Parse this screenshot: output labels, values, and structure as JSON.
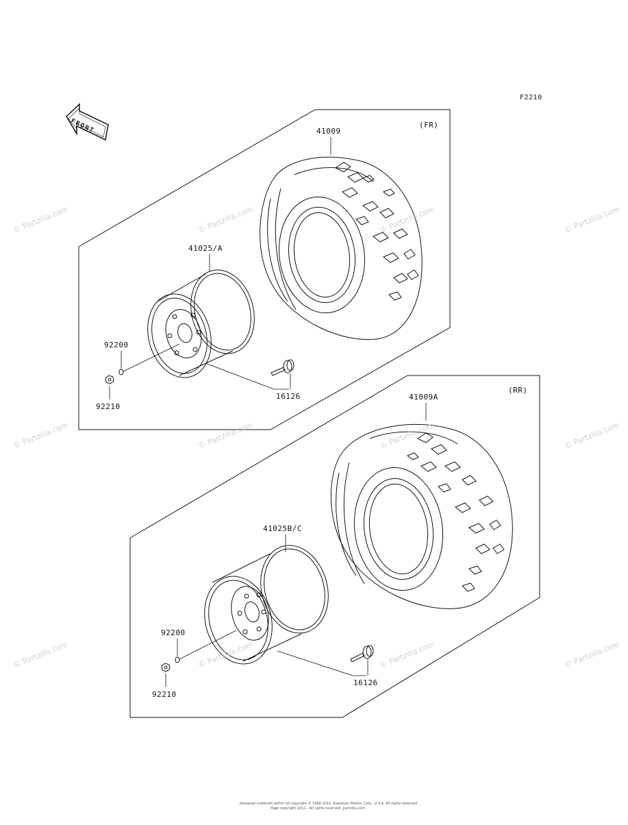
{
  "figure_code": "F2210",
  "front_arrow_label": "FRONT",
  "watermark": "© Partzilla.com",
  "front_group": {
    "tag": "(FR)",
    "tire": "41009",
    "wheel": "41025/A",
    "washer": "92200",
    "nut": "92210",
    "valve": "16126"
  },
  "rear_group": {
    "tag": "(RR)",
    "tire": "41009A",
    "wheel": "41025B/C",
    "washer": "92200",
    "nut": "92210",
    "valve": "16126"
  },
  "footer": {
    "line1": "Kawasaki materials within all copyright © 1996-2011, Kawasaki Motors Corp., U.S.A. All rights reserved.",
    "line2": "Page copyright 2011 - All rights reserved, partzilla.com"
  }
}
